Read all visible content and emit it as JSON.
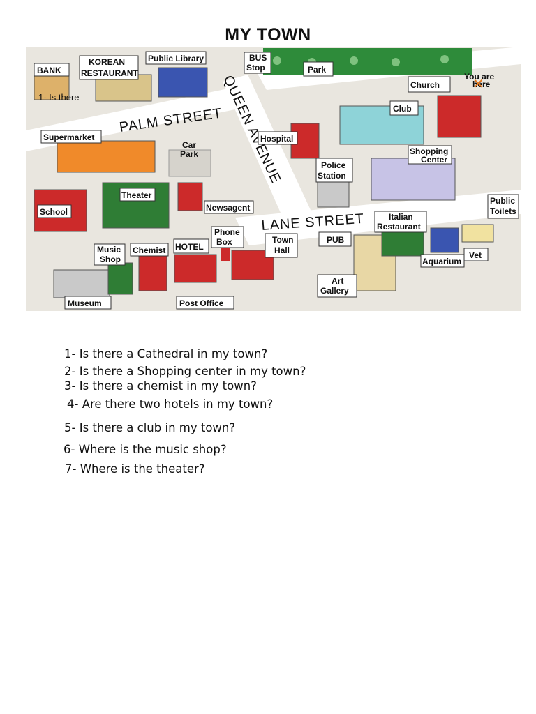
{
  "page": {
    "title": "MY TOWN"
  },
  "map": {
    "streets": {
      "palm": "PALM STREET",
      "queen": "QUEEN AVENUE",
      "lane": "LANE STREET"
    },
    "labels": {
      "bank": "BANK",
      "korean_1": "KOREAN",
      "korean_2": "RESTAURANT",
      "library": "Public Library",
      "bus_1": "BUS",
      "bus_2": "Stop",
      "park": "Park",
      "church": "Church",
      "you_1": "You are",
      "you_2": "here",
      "club": "Club",
      "supermarket": "Supermarket",
      "car_1": "Car",
      "car_2": "Park",
      "hospital": "Hospital",
      "shopping_1": "Shopping",
      "shopping_2": "Center",
      "police_1": "Police",
      "police_2": "Station",
      "theater": "Theater",
      "school": "School",
      "newsagent": "Newsagent",
      "italian_1": "Italian",
      "italian_2": "Restaurant",
      "toilets_1": "Public",
      "toilets_2": "Toilets",
      "phone_1": "Phone",
      "phone_2": "Box",
      "music_1": "Music",
      "music_2": "Shop",
      "chemist": "Chemist",
      "hotel": "HOTEL",
      "townhall_1": "Town",
      "townhall_2": "Hall",
      "pub": "PUB",
      "aquarium": "Aquarium",
      "vet": "Vet",
      "art_1": "Art",
      "art_2": "Gallery",
      "museum": "Museum",
      "post_office": "Post Office"
    },
    "annotation": "1- Is there",
    "colors": {
      "ground": "#e9e6df",
      "road": "#ffffff",
      "grass": "#2e8b3a",
      "roof_red": "#cc2a2a",
      "roof_orange": "#f08a2a",
      "roof_green": "#2f7d35",
      "roof_blue": "#3a55b0",
      "teal": "#8ed3d8"
    }
  },
  "questions": [
    "1- Is there a Cathedral in my town?",
    "2- Is there a Shopping center in my town?",
    "3- Is there a chemist in my town?",
    "4- Are there two hotels in my town?",
    "5- Is there a club in my town?",
    "6- Where is the music shop?",
    "7- Where is the theater?"
  ]
}
